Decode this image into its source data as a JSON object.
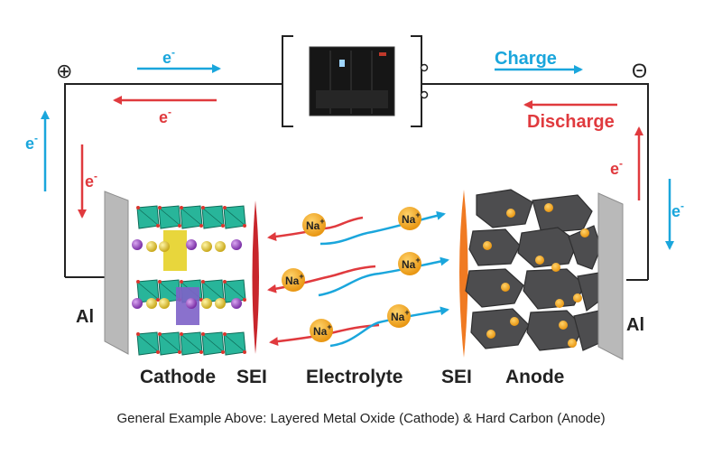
{
  "terminals": {
    "positive": "⊕",
    "negative": "Θ"
  },
  "electron": {
    "base": "e",
    "sup": "-"
  },
  "labels": {
    "charge": "Charge",
    "discharge": "Discharge",
    "al_left": "Al",
    "al_right": "Al",
    "cathode": "Cathode",
    "sei_left": "SEI",
    "electrolyte": "Electrolyte",
    "sei_right": "SEI",
    "anode": "Anode"
  },
  "ion": {
    "base": "Na",
    "sup": "+"
  },
  "caption": "General Example Above:  Layered Metal Oxide (Cathode) & Hard Carbon (Anode)",
  "colors": {
    "blue": "#1aa6dc",
    "red": "#e03a3e",
    "ion_fill": "#f4a81f",
    "cathode_octahedra": "#28b59a",
    "carbon": "#4d4d4f",
    "sei_left": "#c8262c",
    "sei_right": "#f07a22",
    "foil": "#b9b9b9"
  }
}
